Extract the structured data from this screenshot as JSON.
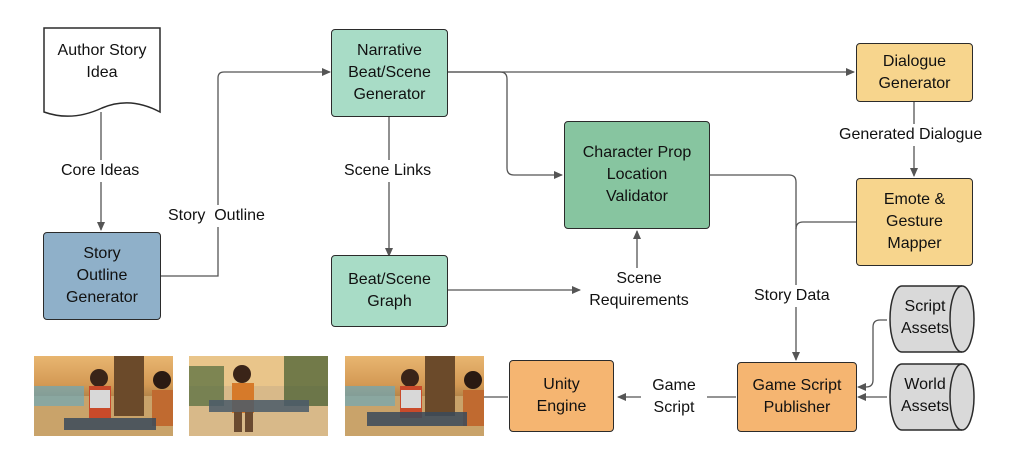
{
  "nodes": {
    "author_story_idea": "Author Story\nIdea",
    "story_outline_generator": "Story\nOutline\nGenerator",
    "narrative_generator": "Narrative\nBeat/Scene\nGenerator",
    "beat_scene_graph": "Beat/Scene\nGraph",
    "character_validator": "Character Prop\nLocation\nValidator",
    "dialogue_generator": "Dialogue\nGenerator",
    "emote_mapper": "Emote &\nGesture\nMapper",
    "game_script_publisher": "Game Script\nPublisher",
    "unity_engine": "Unity\nEngine",
    "script_assets": "Script\nAssets",
    "world_assets": "World\nAssets"
  },
  "edge_labels": {
    "core_ideas": "Core Ideas",
    "story_outline": "Story  Outline",
    "scene_links": "Scene Links",
    "generated_dialogue": "Generated Dialogue",
    "scene_requirements": "Scene\nRequirements",
    "story_data": "Story Data",
    "game_script": "Game\nScript"
  },
  "colors": {
    "blue": "#8fb0c9",
    "light_green": "#a8dcc6",
    "dark_green": "#87c5a0",
    "yellow": "#f7d58d",
    "orange": "#f5b571",
    "gray": "#d9d9d9",
    "line": "#555555"
  }
}
